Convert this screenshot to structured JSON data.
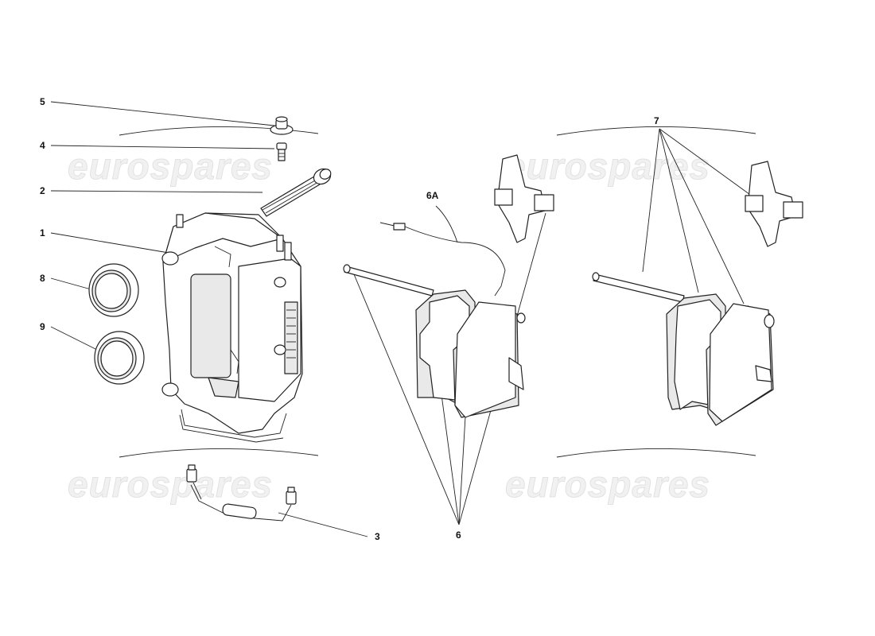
{
  "watermark": {
    "text": "eurospares"
  },
  "callouts": {
    "c1": "1",
    "c2": "2",
    "c3": "3",
    "c4": "4",
    "c5": "5",
    "c6": "6",
    "c6a": "6A",
    "c7": "7",
    "c8": "8",
    "c9": "9"
  },
  "colors": {
    "line": "#222222",
    "background": "#ffffff",
    "watermark": "#e6e6e6"
  }
}
